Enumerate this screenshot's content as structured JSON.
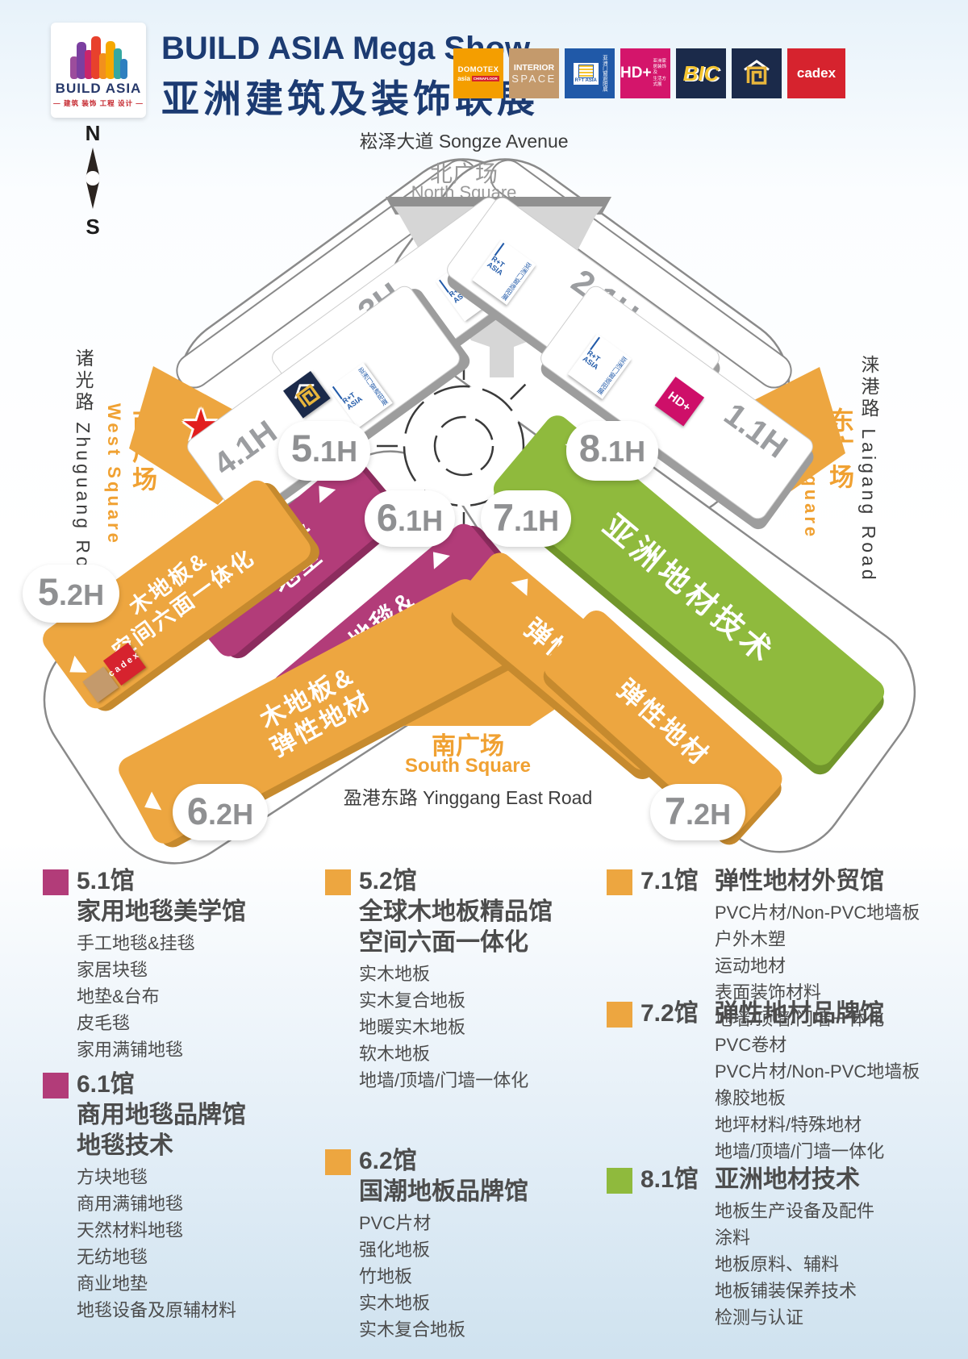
{
  "header": {
    "logo_badge": {
      "title": "BUILD ASIA",
      "tagline": "— 建筑 装饰 工程 设计 —"
    },
    "title_en": "BUILD ASIA Mega Show",
    "title_cn": "亚洲建筑及装饰联展",
    "partners": [
      {
        "id": "domotex",
        "bg": "#F49E00",
        "line1": "DOMOTEX",
        "line2": "asia",
        "badge": "CHINAFLOOR"
      },
      {
        "id": "interior-space",
        "bg": "#C49A6C",
        "line1": "INTERIOR",
        "line2": "SPACE"
      },
      {
        "id": "rt-asia",
        "bg": "#2059A8",
        "line1": "R+T ASIA",
        "line2": "亚洲门窗遮阳展"
      },
      {
        "id": "hd-plus",
        "bg": "#D4156B",
        "line1": "HD+",
        "line2": "亚洲家居装饰及\n生活方式展"
      },
      {
        "id": "bic",
        "bg": "#1B2A4A",
        "line1": "BIC"
      },
      {
        "id": "spiral",
        "bg": "#1B2A4A"
      },
      {
        "id": "cadex",
        "bg": "#D6232E",
        "line1": "cadex"
      }
    ]
  },
  "compass": {
    "n": "N",
    "s": "S"
  },
  "map": {
    "star": "★",
    "north_road": "崧泽大道 Songze Avenue",
    "north_square_cn": "北广场",
    "north_square_en": "North Square",
    "south_square_cn": "南广场",
    "south_square_en": "South Square",
    "south_road": "盈港东路 Yinggang East Road",
    "west_road": "诸光路 Zhuguang Road",
    "west_square_cn": "西广场",
    "west_square_en": "West Square",
    "east_road": "涞港路 Laigang Road",
    "east_square_cn": "东广场",
    "east_square_en": "East Square",
    "white_halls": [
      {
        "label": "3H"
      },
      {
        "label": "4.1H"
      },
      {
        "label": "2.1H"
      },
      {
        "label": "1.1H"
      }
    ],
    "pills": [
      {
        "num": "5",
        "suf": ".1H"
      },
      {
        "num": "8",
        "suf": ".1H"
      },
      {
        "num": "6",
        "suf": ".1H"
      },
      {
        "num": "7",
        "suf": ".1H"
      },
      {
        "num": "5",
        "suf": ".2H"
      },
      {
        "num": "6",
        "suf": ".2H"
      },
      {
        "num": "7",
        "suf": ".2H"
      }
    ],
    "bars": [
      {
        "id": "5.1H",
        "label": "地毯&\n地垫",
        "color": "#B23C79"
      },
      {
        "id": "6.1H",
        "label": "地毯&\n技术",
        "color": "#B23C79"
      },
      {
        "id": "5.2H",
        "label": "木地板&\n空间六面一体化",
        "color": "#EDA640"
      },
      {
        "id": "6.2H",
        "label": "木地板&\n弹性地材",
        "color": "#EDA640"
      },
      {
        "id": "7.1H",
        "label": "弹性地材",
        "color": "#EDA640"
      },
      {
        "id": "7.2H",
        "label": "弹性地材",
        "color": "#EDA640"
      },
      {
        "id": "8.1H",
        "label": "亚洲地材技术",
        "color": "#8FBA3D"
      }
    ],
    "chips": {
      "rt_en": "R+T ASIA",
      "rt_cn": "亚洲门窗遮阳展",
      "hd": "HD+",
      "cadex": "cadex"
    }
  },
  "legend": [
    {
      "hall": "5.1馆",
      "color": "#B23C79",
      "names": [
        "家用地毯美学馆"
      ],
      "items": [
        "手工地毯&挂毯",
        "家居块毯",
        "地垫&台布",
        "皮毛毯",
        "家用满铺地毯"
      ]
    },
    {
      "hall": "6.1馆",
      "color": "#B23C79",
      "names": [
        "商用地毯品牌馆",
        "地毯技术"
      ],
      "items": [
        "方块地毯",
        "商用满铺地毯",
        "天然材料地毯",
        "无纺地毯",
        "商业地垫",
        "地毯设备及原辅材料"
      ]
    },
    {
      "hall": "5.2馆",
      "color": "#EDA640",
      "names": [
        "全球木地板精品馆",
        "空间六面一体化"
      ],
      "items": [
        "实木地板",
        "实木复合地板",
        "地暖实木地板",
        "软木地板",
        "地墙/顶墙/门墙一体化"
      ]
    },
    {
      "hall": "6.2馆",
      "color": "#EDA640",
      "names": [
        "国潮地板品牌馆"
      ],
      "items": [
        "PVC片材",
        "强化地板",
        "竹地板",
        "实木地板",
        "实木复合地板"
      ]
    },
    {
      "hall": "7.1馆",
      "color": "#EDA640",
      "names": [
        "弹性地材外贸馆"
      ],
      "items": [
        "PVC片材/Non-PVC地墙板",
        "户外木塑",
        "运动地材",
        "表面装饰材料",
        "地墙/顶墙/门墙一体化"
      ]
    },
    {
      "hall": "7.2馆",
      "color": "#EDA640",
      "names": [
        "弹性地材品牌馆"
      ],
      "items": [
        "PVC卷材",
        "PVC片材/Non-PVC地墙板",
        "橡胶地板",
        "地坪材料/特殊地材",
        "地墙/顶墙/门墙一体化"
      ]
    },
    {
      "hall": "8.1馆",
      "color": "#8FBA3D",
      "names": [
        "亚洲地材技术"
      ],
      "items": [
        "地板生产设备及配件",
        "涂料",
        "地板原料、辅料",
        "地板铺装保养技术",
        "检测与认证"
      ]
    }
  ]
}
